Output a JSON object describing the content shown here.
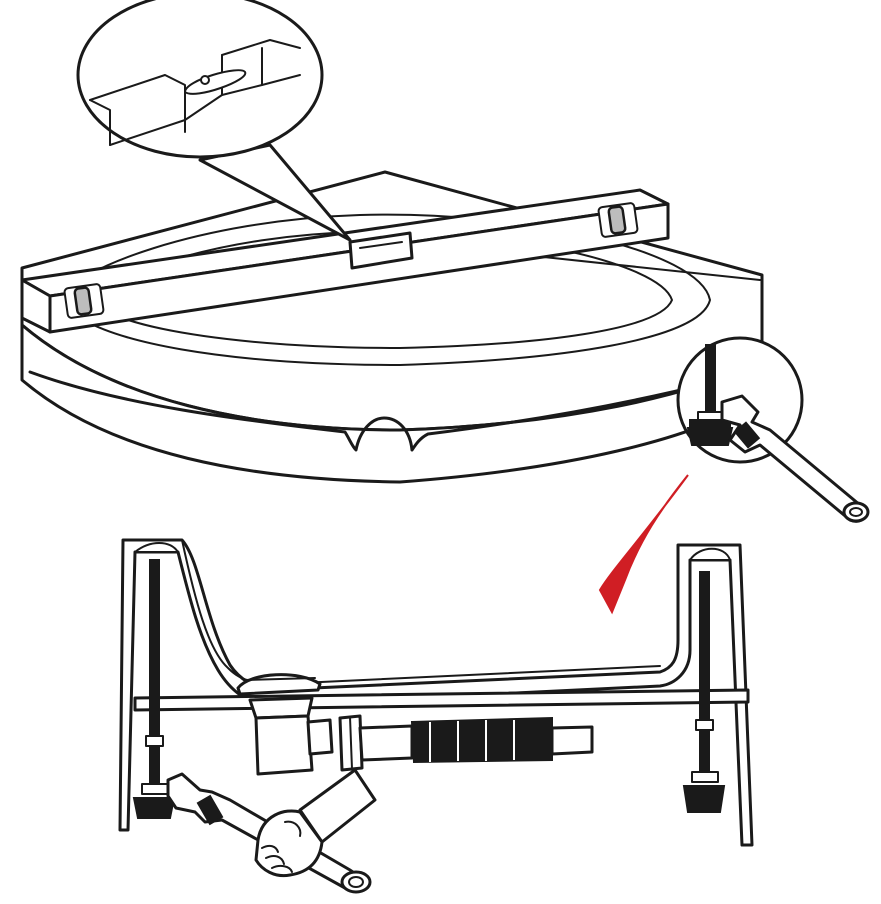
{
  "figure": {
    "panels": [
      "level-check-on-tray",
      "leg-adjustment-detail",
      "drain-and-leg-cross-section"
    ],
    "icons": [
      "spirit-level-icon",
      "magnifier-callout-icon",
      "wrench-icon",
      "hand-icon",
      "arrow-icon"
    ],
    "colors": {
      "line": "#1a1a1a",
      "arrow": "#d01e24",
      "fill": "#ffffff",
      "rod": "#1a1a1a"
    }
  }
}
